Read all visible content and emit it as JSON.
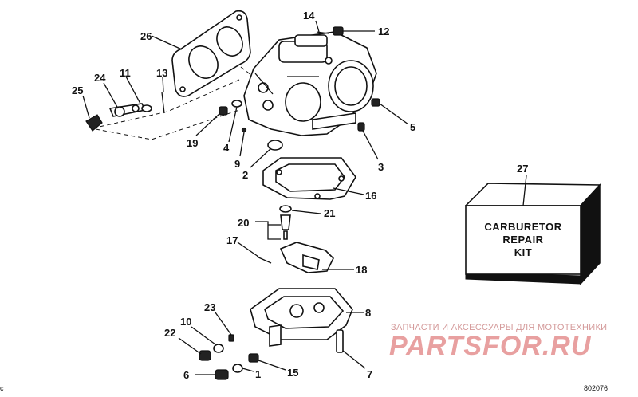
{
  "callouts": [
    "1",
    "2",
    "3",
    "4",
    "5",
    "6",
    "7",
    "8",
    "9",
    "10",
    "11",
    "12",
    "13",
    "14",
    "15",
    "16",
    "17",
    "18",
    "19",
    "20",
    "21",
    "22",
    "23",
    "24",
    "25",
    "26",
    "27"
  ],
  "kit_box": {
    "line1": "CARBURETOR",
    "line2": "REPAIR",
    "line3": "KIT"
  },
  "watermark": {
    "top_text": "ЗАПЧАСТИ И АКСЕССУАРЫ ДЛЯ МОТОТЕХНИКИ",
    "brand": "PARTSFOR.RU"
  },
  "figure_number": "802076",
  "corner_mark": "c",
  "colors": {
    "line": "#111111",
    "watermark": "#e8a0a0",
    "background": "#ffffff"
  }
}
